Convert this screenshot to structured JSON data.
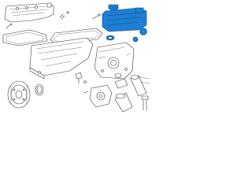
{
  "diagram": {
    "highlight_color": "#1e7fd4",
    "line_color": "#3a3a3a",
    "background": "#ffffff",
    "parts": [
      "valve-cover",
      "valve-cover-gasket",
      "oil-filter-housing",
      "oil-filter-element",
      "oil-filter-cap",
      "oil-cooler-seal",
      "oil-pan",
      "oil-pan-gasket",
      "timing-cover",
      "crankshaft-pulley",
      "crank-seal",
      "coolant-pipe",
      "thermostat-housing",
      "water-pump",
      "sensor",
      "small-bolts"
    ]
  }
}
